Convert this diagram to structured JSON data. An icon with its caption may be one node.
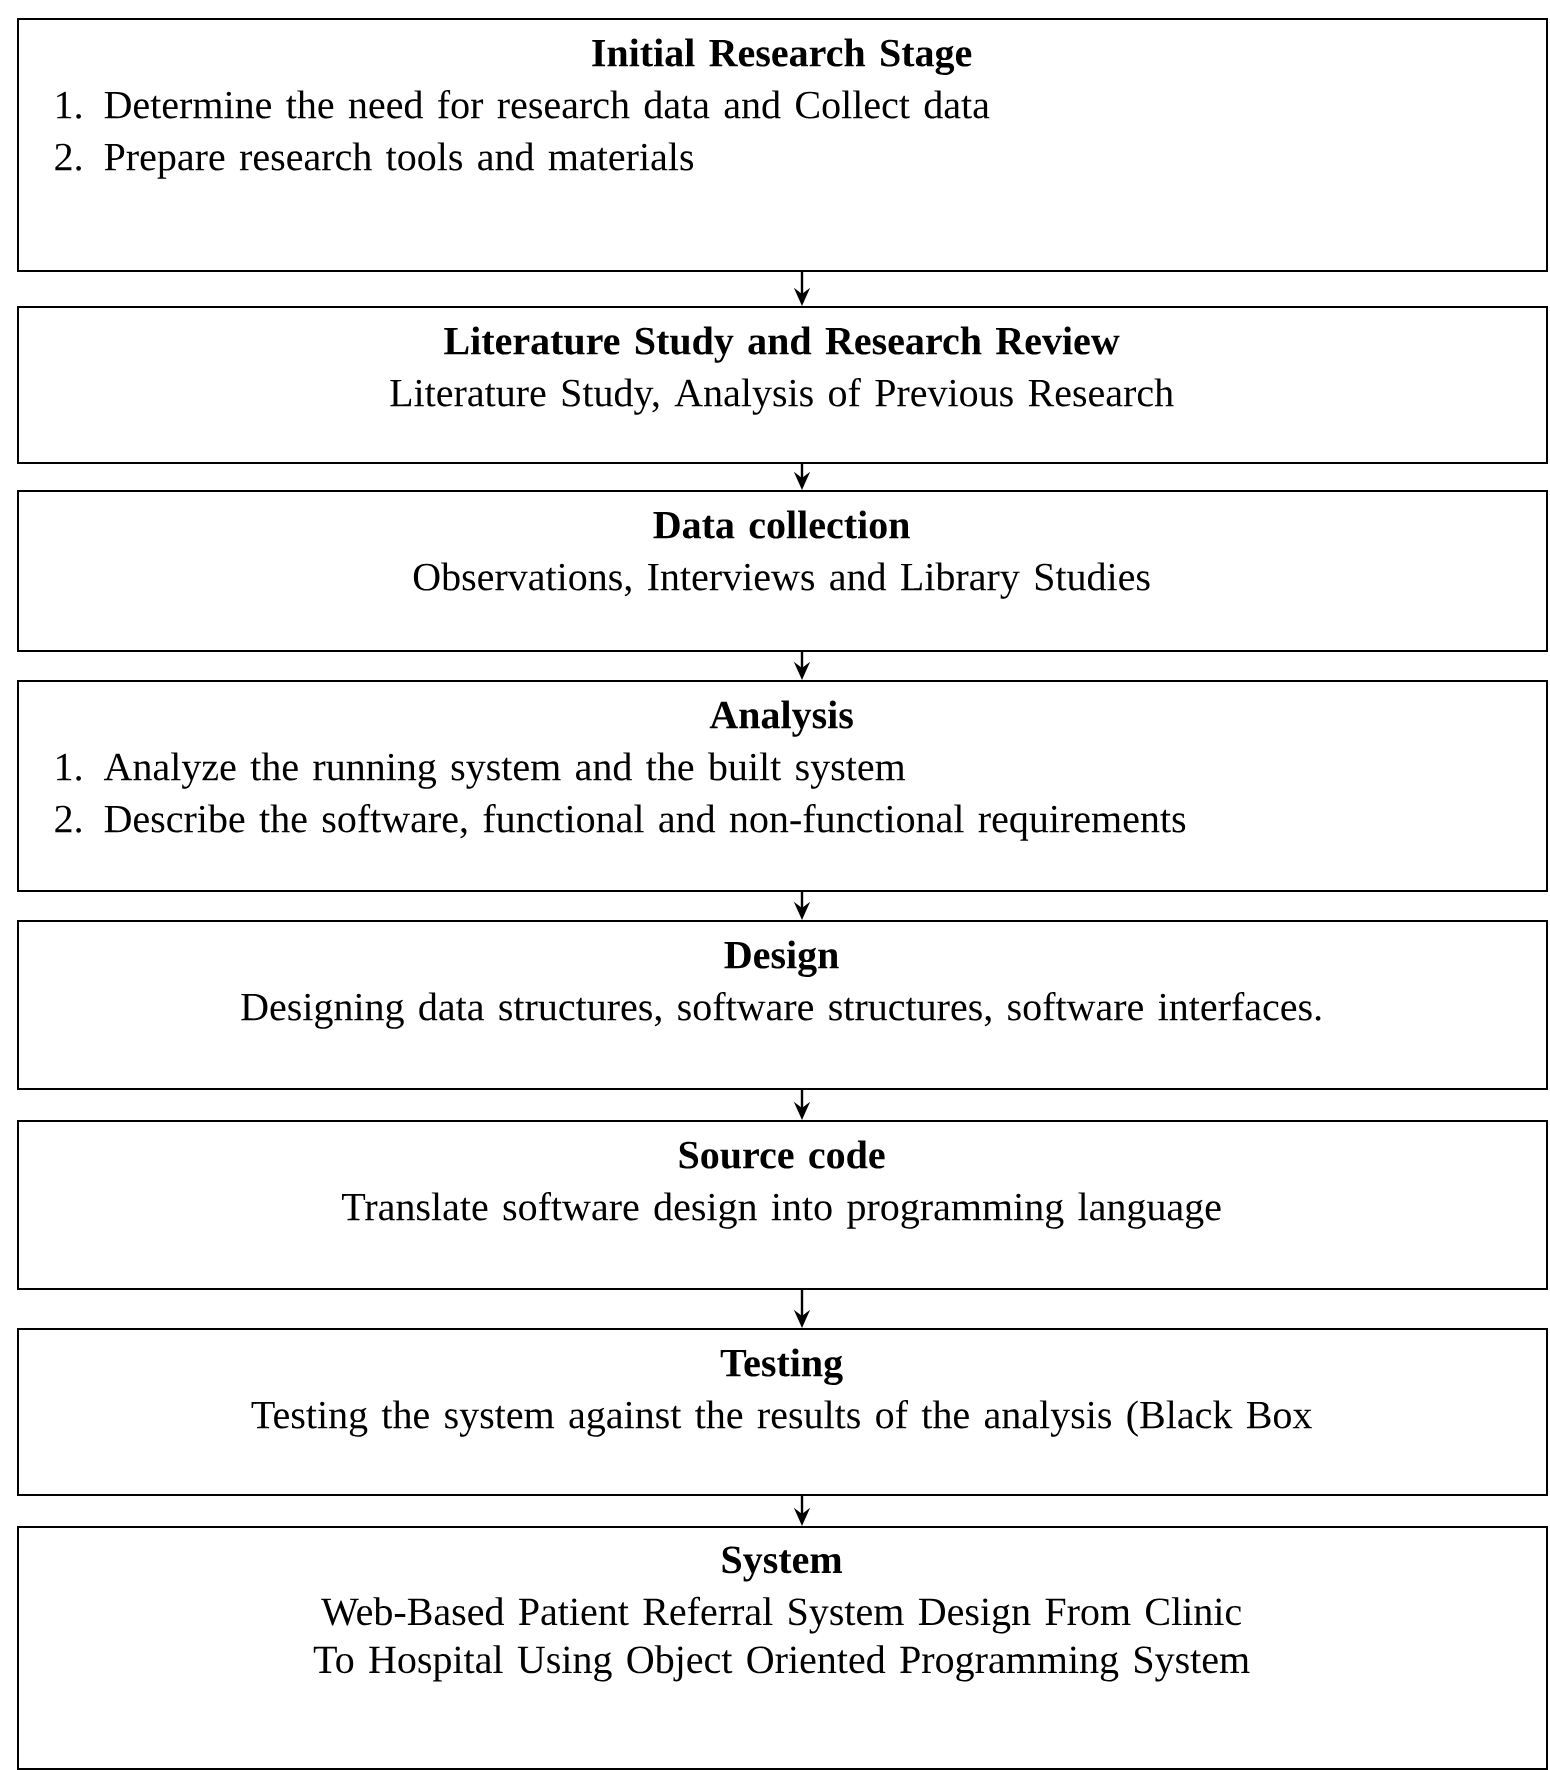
{
  "diagram": {
    "nodes": [
      {
        "text": [
          "Initial Research Stage",
          "1. Determine the need for research data and Collect data",
          "2. Prepare research tools and materials"
        ]
      },
      {
        "text": [
          "Literature Study and Research Review",
          "Literature Study, Analysis of Previous Research"
        ]
      },
      {
        "text": [
          "Data collection",
          "Observations, Interviews and Library Studies"
        ]
      },
      {
        "text": [
          "Analysis",
          "1. Analyze the running system and the built system",
          "2. Describe the software, functional and non-functional requirements"
        ]
      },
      {
        "text": [
          "Design",
          "Designing data structures, software structures, software interfaces."
        ]
      },
      {
        "text": [
          "Source code",
          "Translate software design into programming language"
        ]
      },
      {
        "text": [
          "Testing",
          "Testing the system against the results of the analysis (Black Box"
        ]
      },
      {
        "text": [
          "System",
          "Web-Based Patient Referral System Design From Clinic To Hospital Using Object Oriented Programming System"
        ]
      }
    ],
    "edges": [
      {
        "from": 0,
        "to": 1,
        "arrow": "to"
      },
      {
        "from": 1,
        "to": 2,
        "arrow": "to"
      },
      {
        "from": 2,
        "to": 3,
        "arrow": "to"
      },
      {
        "from": 3,
        "to": 4,
        "arrow": "to"
      },
      {
        "from": 4,
        "to": 5,
        "arrow": "to"
      },
      {
        "from": 5,
        "to": 6,
        "arrow": "to"
      },
      {
        "from": 6,
        "to": 7,
        "arrow": "to"
      }
    ]
  }
}
